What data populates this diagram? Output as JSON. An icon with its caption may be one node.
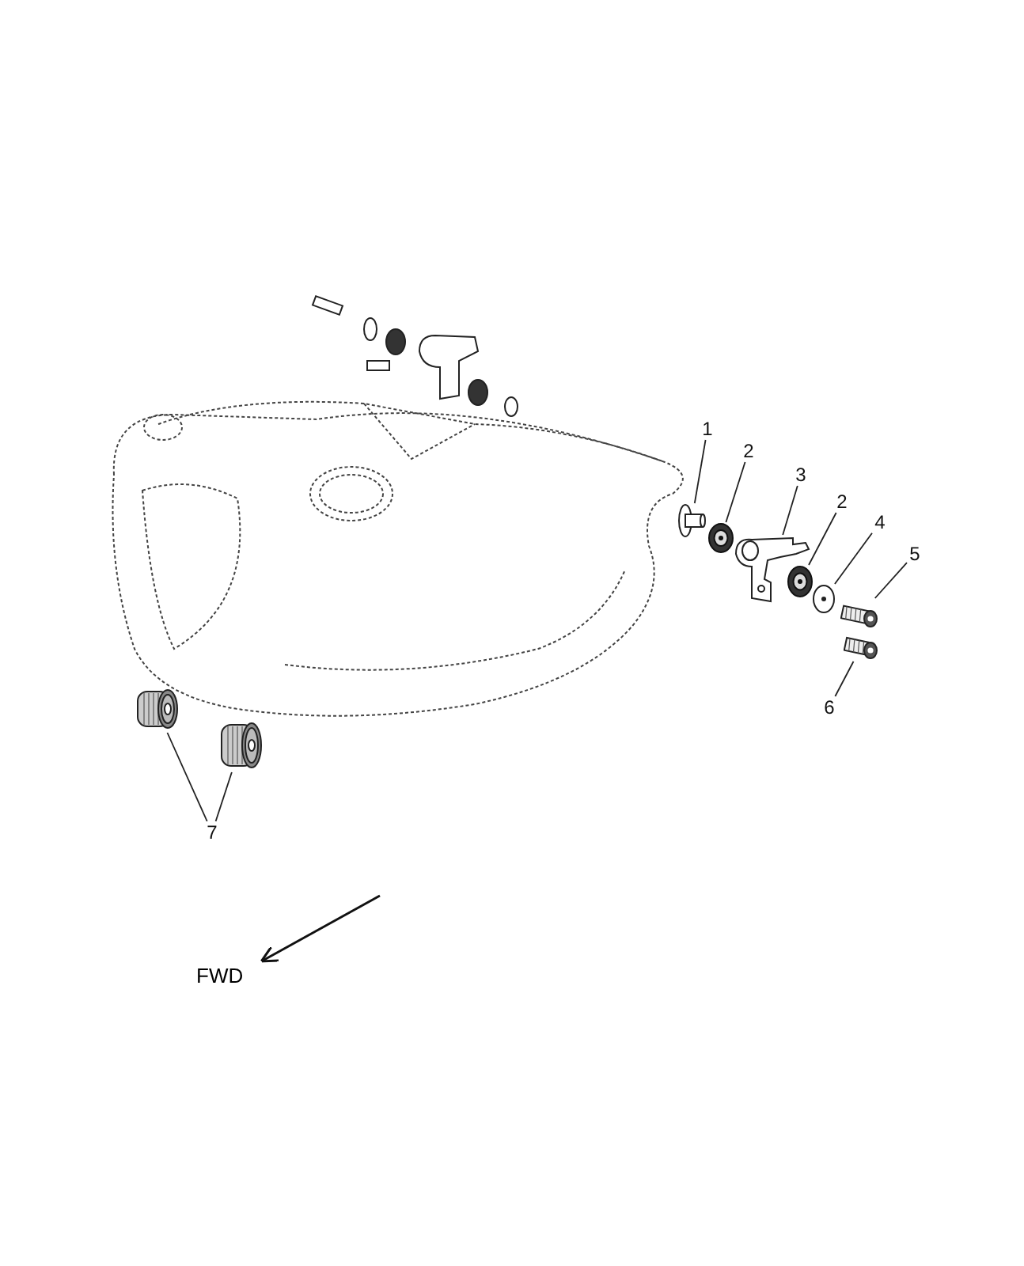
{
  "diagram": {
    "nodes": [
      {
        "text": [
          "1"
        ]
      },
      {
        "text": [
          "2"
        ]
      },
      {
        "text": [
          "3"
        ]
      },
      {
        "text": [
          "2"
        ]
      },
      {
        "text": [
          "4"
        ]
      },
      {
        "text": [
          "5"
        ]
      },
      {
        "text": [
          "6"
        ]
      },
      {
        "text": [
          "7"
        ]
      },
      {
        "text": [],
        "shape": "picture"
      },
      {
        "text": [],
        "shape": "picture"
      },
      {
        "text": [],
        "shape": "picture"
      },
      {
        "text": [],
        "shape": "picture"
      },
      {
        "text": [],
        "shape": "picture"
      },
      {
        "text": [],
        "shape": "picture"
      },
      {
        "text": [],
        "shape": "picture"
      },
      {
        "text": [],
        "shape": "picture"
      },
      {
        "text": [],
        "shape": "picture"
      }
    ],
    "edges": [
      {
        "from": 0,
        "to": 8,
        "arrow": "none"
      },
      {
        "from": 1,
        "to": 9,
        "arrow": "none"
      },
      {
        "from": 2,
        "to": 10,
        "arrow": "none"
      },
      {
        "from": 3,
        "to": 11,
        "arrow": "none"
      },
      {
        "from": 4,
        "to": 12,
        "arrow": "none"
      },
      {
        "from": 5,
        "to": 13,
        "arrow": "none"
      },
      {
        "from": 6,
        "to": 14,
        "arrow": "none"
      },
      {
        "from": 7,
        "to": 15,
        "arrow": "none"
      },
      {
        "from": 7,
        "to": 16,
        "arrow": "none"
      }
    ],
    "labels": [
      "FWD"
    ]
  }
}
